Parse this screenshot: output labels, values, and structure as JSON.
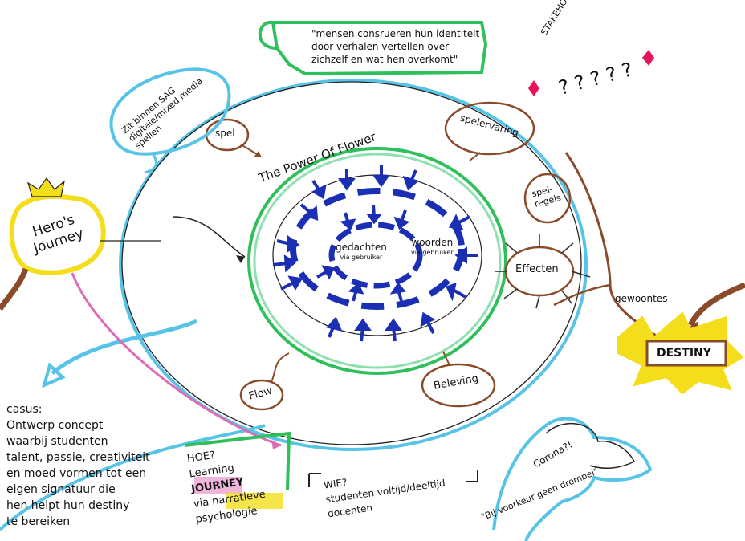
{
  "quote": {
    "lines": [
      "\"mensen consrueren hun identiteit",
      "door verhalen vertellen over",
      "zichzelf en wat hen overkomt\""
    ]
  },
  "stakeholders": {
    "label": "STAKEHOLDERS",
    "marks": "? ? ? ? ?"
  },
  "cloud_left": {
    "lines": [
      "Zit binnen SAG",
      "digitale/mixed media",
      "spellen"
    ]
  },
  "flower_title": "The Power Of Flower",
  "core": {
    "left_main": "gedachten",
    "left_sub": "via gebruiker",
    "right_main": "woorden",
    "right_sub": "via gebruiker"
  },
  "nodes": {
    "spel": "spel",
    "spelervaring": "spelervaring",
    "spelregels": [
      "spel-",
      "regels"
    ],
    "effecten": "Effecten",
    "flow": "Flow",
    "beleving": "Beleving",
    "gewoontes": "gewoontes",
    "destiny": "DESTINY"
  },
  "hero": {
    "lines": [
      "Hero's",
      "Journey"
    ]
  },
  "casus": {
    "title": "casus:",
    "lines": [
      "Ontwerp concept",
      "waarbij studenten",
      "talent, passie, creativiteit",
      "en moed vormen tot een",
      "eigen signatuur die",
      "hen helpt hun destiny",
      "te bereiken"
    ]
  },
  "hoe": {
    "q": "HOE?",
    "l1": "Learning",
    "l2": "JOURNEY",
    "l3a": "via",
    "l3b": "narratieve",
    "l4": "psychologie"
  },
  "wie": {
    "q": "WIE?",
    "l1": "studenten voltijd/deeltijd",
    "l2": "docenten"
  },
  "corona": {
    "label": "Corona?!",
    "quote": "\"Bij voorkeur geen drempel\""
  },
  "colors": {
    "brown": "#8a4b2a",
    "blue": "#57c3e6",
    "green": "#2fbf5b",
    "navy": "#1b2fb5",
    "yellow": "#f4de1c",
    "pink": "#e06bb5",
    "mint": "#8fe0b0"
  }
}
